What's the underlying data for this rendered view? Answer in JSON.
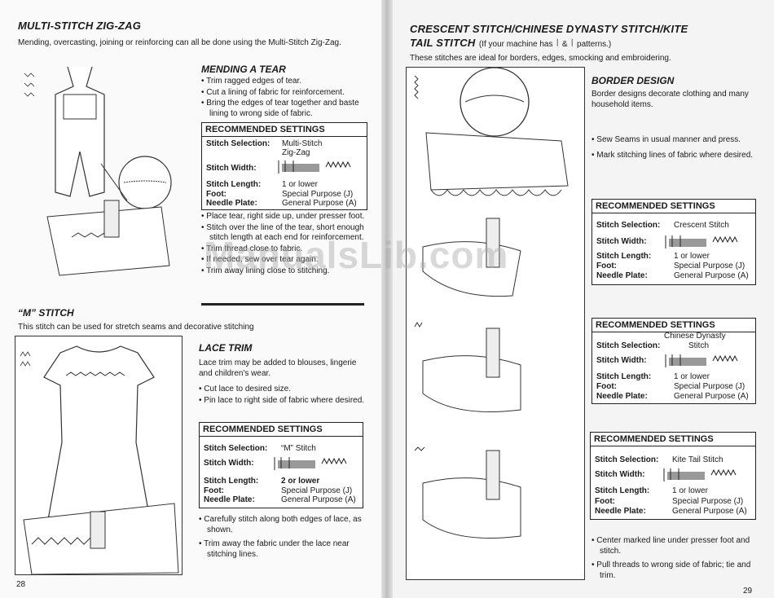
{
  "left": {
    "zigzag": {
      "title": "MULTI-STITCH ZIG-ZAG",
      "intro": "Mending, overcasting, joining or reinforcing can all be done using the Multi-Stitch Zig-Zag."
    },
    "mending": {
      "title": "MENDING A TEAR",
      "bullets_a": [
        "Trim ragged edges of tear.",
        "Cut a lining of fabric for reinforcement.",
        "Bring the edges of tear together and baste lining to wrong side of fabric."
      ],
      "settings": {
        "heading": "RECOMMENDED SETTINGS",
        "sel_label": "Stitch Selection:",
        "sel_value": "Multi-Stitch Zig-Zag",
        "width_label": "Stitch Width:",
        "len_label": "Stitch Length:",
        "len_value": "1 or lower",
        "foot_label": "Foot:",
        "foot_value": "Special Purpose (J)",
        "plate_label": "Needle Plate:",
        "plate_value": "General Purpose (A)"
      },
      "bullets_b": [
        "Place tear, right side up, under presser foot.",
        "Stitch over the line of the tear, short enough stitch length at each end for reinforcement.",
        "Trim thread close to fabric.",
        "If needed, sew over tear again.",
        "Trim away lining close to stitching."
      ]
    },
    "m_stitch": {
      "title": "“M” STITCH",
      "intro": "This stitch can be used for stretch seams and decorative stitching"
    },
    "lace": {
      "title": "LACE TRIM",
      "intro": "Lace trim may be added to blouses, lingerie and children's wear.",
      "bullets_a": [
        "Cut lace to desired size.",
        "Pin lace to right side of fabric where desired."
      ],
      "settings": {
        "heading": "RECOMMENDED SETTINGS",
        "sel_label": "Stitch Selection:",
        "sel_value": "“M” Stitch",
        "width_label": "Stitch Width:",
        "len_label": "Stitch Length:",
        "len_value": "2 or lower",
        "foot_label": "Foot:",
        "foot_value": "Special Purpose (J)",
        "plate_label": "Needle Plate:",
        "plate_value": "General Purpose (A)"
      },
      "bullets_b": [
        "Carefully stitch along both edges of lace, as shown.",
        "Trim away the fabric under the lace near stitching lines."
      ]
    },
    "page_number": "28"
  },
  "right": {
    "title_line1": "CRESCENT STITCH/CHINESE DYNASTY STITCH/KITE",
    "title_line2": "TAIL STITCH",
    "title_note_a": "(If your machine has",
    "title_note_b": "&",
    "title_note_c": "patterns.)",
    "intro": "These stitches are ideal for borders, edges, smocking and embroidering.",
    "border": {
      "title": "BORDER DESIGN",
      "intro": "Border designs decorate clothing and many household items.",
      "bullets": [
        "Sew Seams in usual manner and press.",
        "Mark stitching lines of fabric where desired."
      ]
    },
    "crescent": {
      "heading": "RECOMMENDED SETTINGS",
      "sel_label": "Stitch Selection:",
      "sel_value": "Crescent Stitch",
      "width_label": "Stitch Width:",
      "len_label": "Stitch Length:",
      "len_value": "1 or lower",
      "foot_label": "Foot:",
      "foot_value": "Special Purpose (J)",
      "plate_label": "Needle Plate:",
      "plate_value": "General Purpose (A)"
    },
    "dynasty": {
      "heading": "RECOMMENDED SETTINGS",
      "sel_label": "Stitch Selection:",
      "sel_value_1": "Chinese Dynasty",
      "sel_value_2": "Stitch",
      "width_label": "Stitch Width:",
      "len_label": "Stitch Length:",
      "len_value": "1 or lower",
      "foot_label": "Foot:",
      "foot_value": "Special Purpose (J)",
      "plate_label": "Needle Plate:",
      "plate_value": "General Purpose (A)"
    },
    "kite": {
      "heading": "RECOMMENDED SETTINGS",
      "sel_label": "Stitch Selection:",
      "sel_value": "Kite Tail Stitch",
      "width_label": "Stitch Width:",
      "len_label": "Stitch Length:",
      "len_value": "1 or lower",
      "foot_label": "Foot:",
      "foot_value": "Special Purpose (J)",
      "plate_label": "Needle Plate:",
      "plate_value": "General Purpose (A)"
    },
    "bullets_end": [
      "Center marked line under presser foot and stitch.",
      "Pull threads to wrong side of fabric; tie and trim."
    ],
    "page_number": "29"
  },
  "watermark": "ManualsLib.com"
}
